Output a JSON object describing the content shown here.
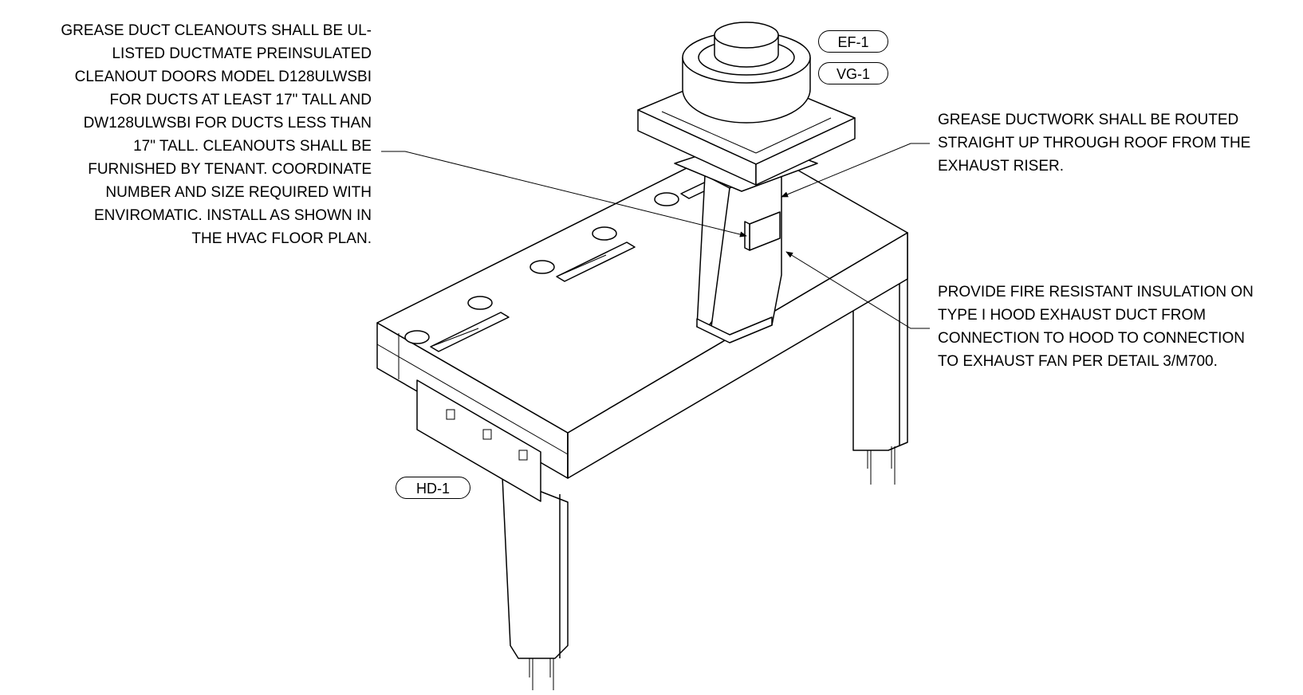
{
  "tags": {
    "exhaust_fan": "EF-1",
    "ventilator": "VG-1",
    "hood": "HD-1"
  },
  "notes": {
    "cleanouts": [
      "GREASE DUCT CLEANOUTS SHALL BE UL-",
      "LISTED DUCTMATE PREINSULATED",
      "CLEANOUT DOORS MODEL D128ULWSBI",
      "FOR DUCTS AT LEAST 17\" TALL AND",
      "DW128ULWSBI FOR DUCTS LESS THAN",
      "17\" TALL.  CLEANOUTS SHALL BE",
      "FURNISHED BY TENANT.  COORDINATE",
      "NUMBER AND SIZE REQUIRED WITH",
      "ENVIROMATIC.  INSTALL AS SHOWN IN",
      "THE HVAC FLOOR PLAN."
    ],
    "routing": [
      "GREASE DUCTWORK SHALL BE ROUTED",
      "STRAIGHT UP THROUGH ROOF FROM THE",
      "EXHAUST RISER."
    ],
    "insulation": [
      "PROVIDE FIRE RESISTANT INSULATION ON",
      "TYPE I HOOD EXHAUST DUCT FROM",
      "CONNECTION TO HOOD TO CONNECTION",
      "TO EXHAUST FAN PER DETAIL 3/M700."
    ]
  }
}
